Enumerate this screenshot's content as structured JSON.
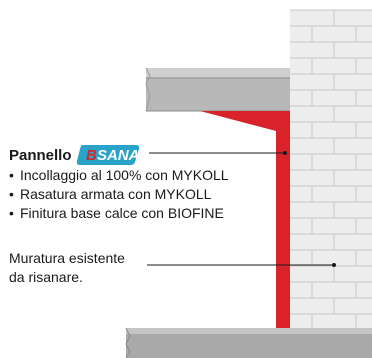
{
  "panel": {
    "title": "Pannello",
    "logo_text": "SANA",
    "logo_color": "#2aa3c8",
    "logo_accent_color": "#d4262b",
    "items": [
      "Incollaggio al 100% con MYKOLL",
      "Rasatura armata con MYKOLL",
      "Finitura base calce con BIOFINE"
    ]
  },
  "wall_label": {
    "line1": "Muratura esistente",
    "line2": "da risanare."
  },
  "colors": {
    "insulation_red": "#d8232a",
    "concrete": "#b3b3b3",
    "brick_fill": "#ededed",
    "brick_lines": "#c8c8c8"
  }
}
